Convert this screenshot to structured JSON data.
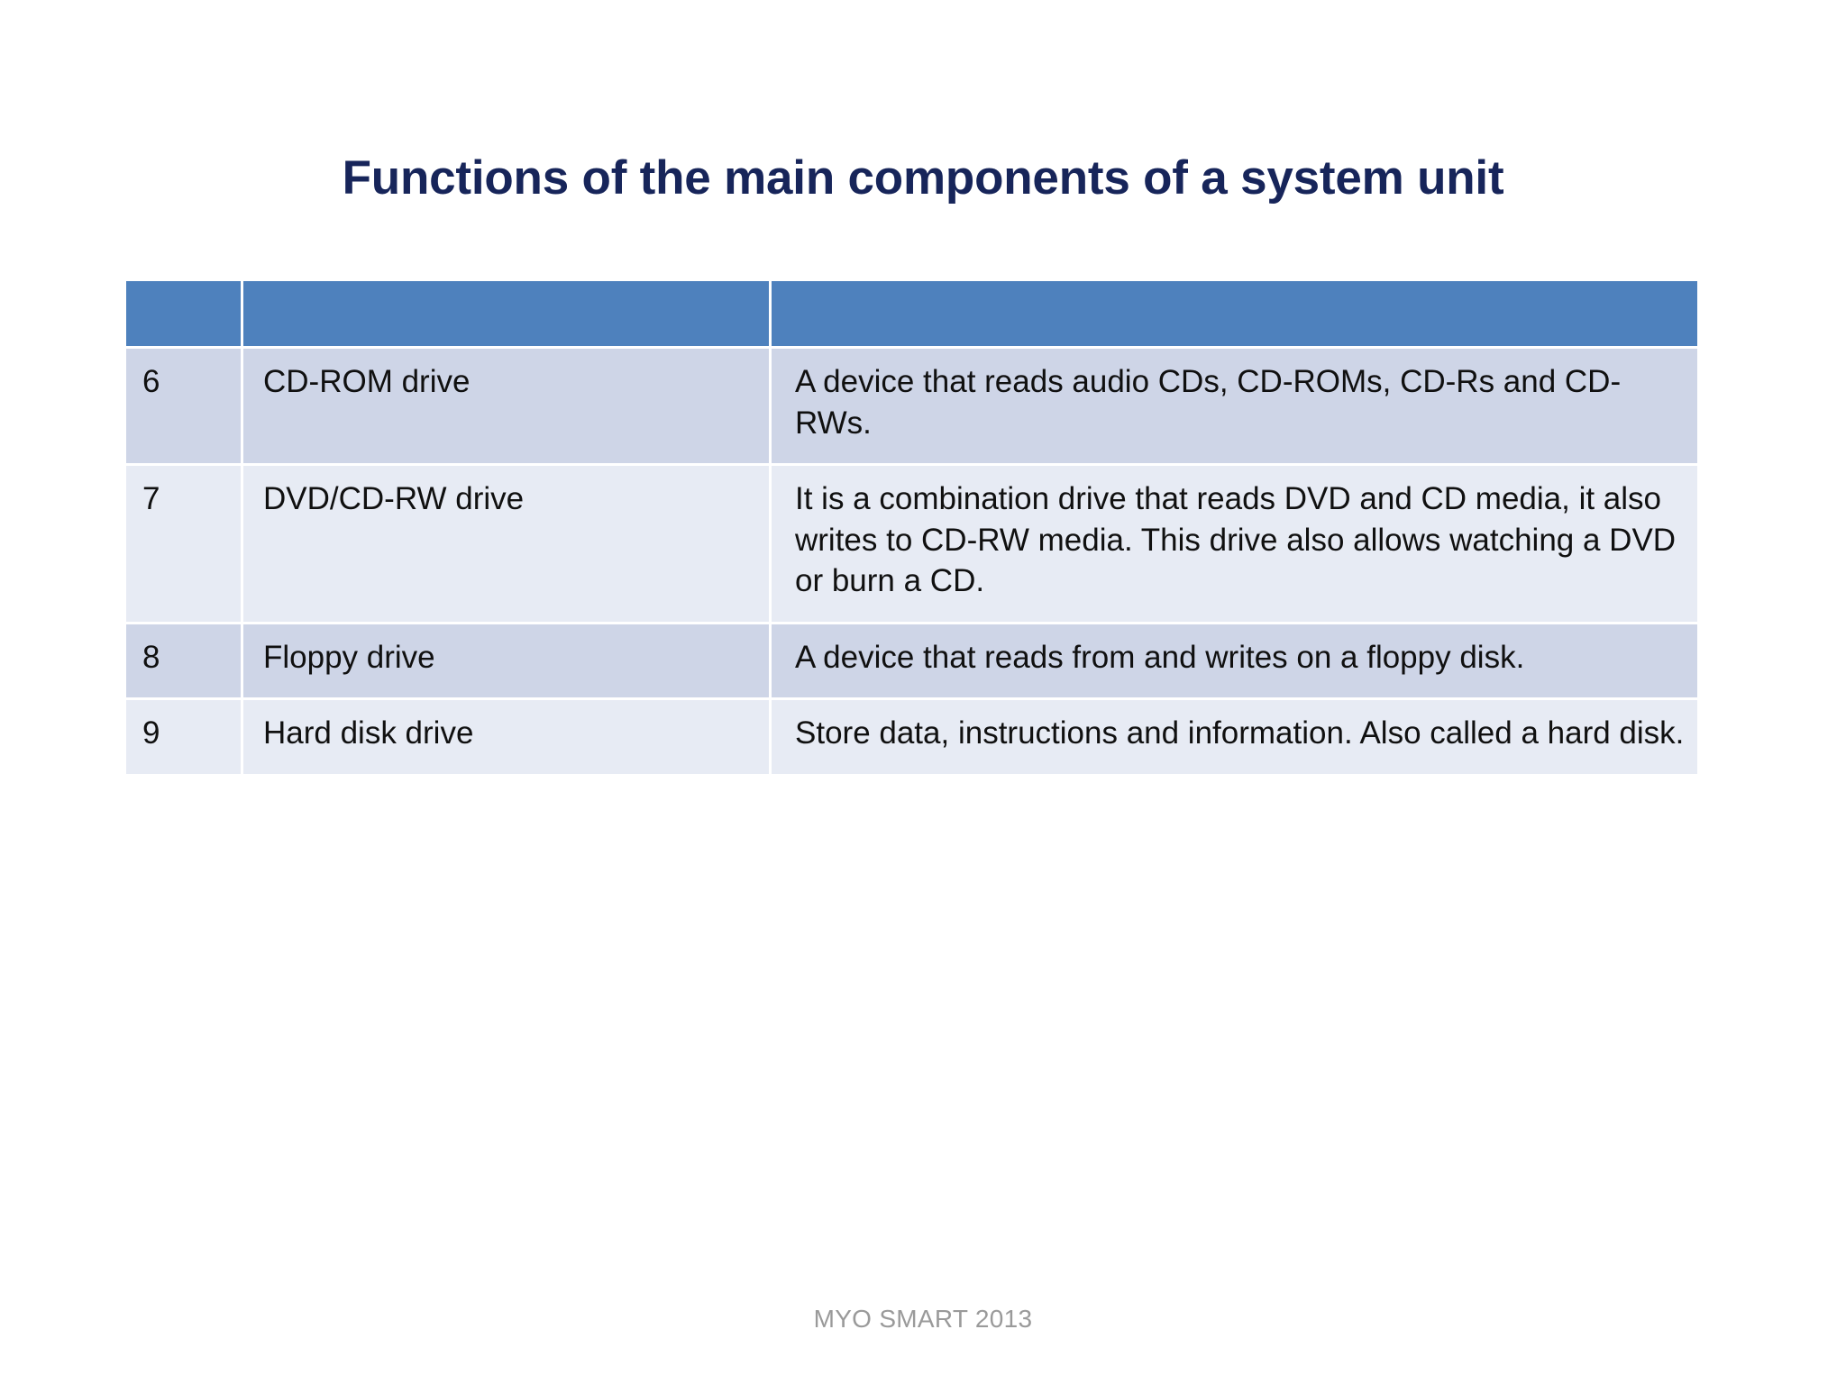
{
  "slide": {
    "title": "Functions of the main components of a system unit",
    "footer": "MYO SMART 2013",
    "colors": {
      "title_color": "#17255A",
      "header_blue": "#4E81BD",
      "row_shade": "#CED5E7",
      "row_light": "#E7EBF4",
      "footer_gray": "#9A9A9A",
      "background": "#FFFFFF"
    }
  },
  "table": {
    "headers": [
      "",
      "",
      ""
    ],
    "rows": [
      {
        "num": "6",
        "name": "CD-ROM drive",
        "desc": "A device that reads audio CDs, CD-ROMs, CD-Rs and CD-RWs."
      },
      {
        "num": "7",
        "name": "DVD/CD-RW drive",
        "desc": "It is a combination drive that reads DVD and CD media, it also writes to CD-RW media. This drive also allows watching a DVD or burn a CD."
      },
      {
        "num": "8",
        "name": "Floppy drive",
        "desc": "A device that reads from and writes on a floppy disk."
      },
      {
        "num": "9",
        "name": "Hard disk drive",
        "desc": "Store data, instructions and information. Also called a hard disk."
      }
    ]
  }
}
